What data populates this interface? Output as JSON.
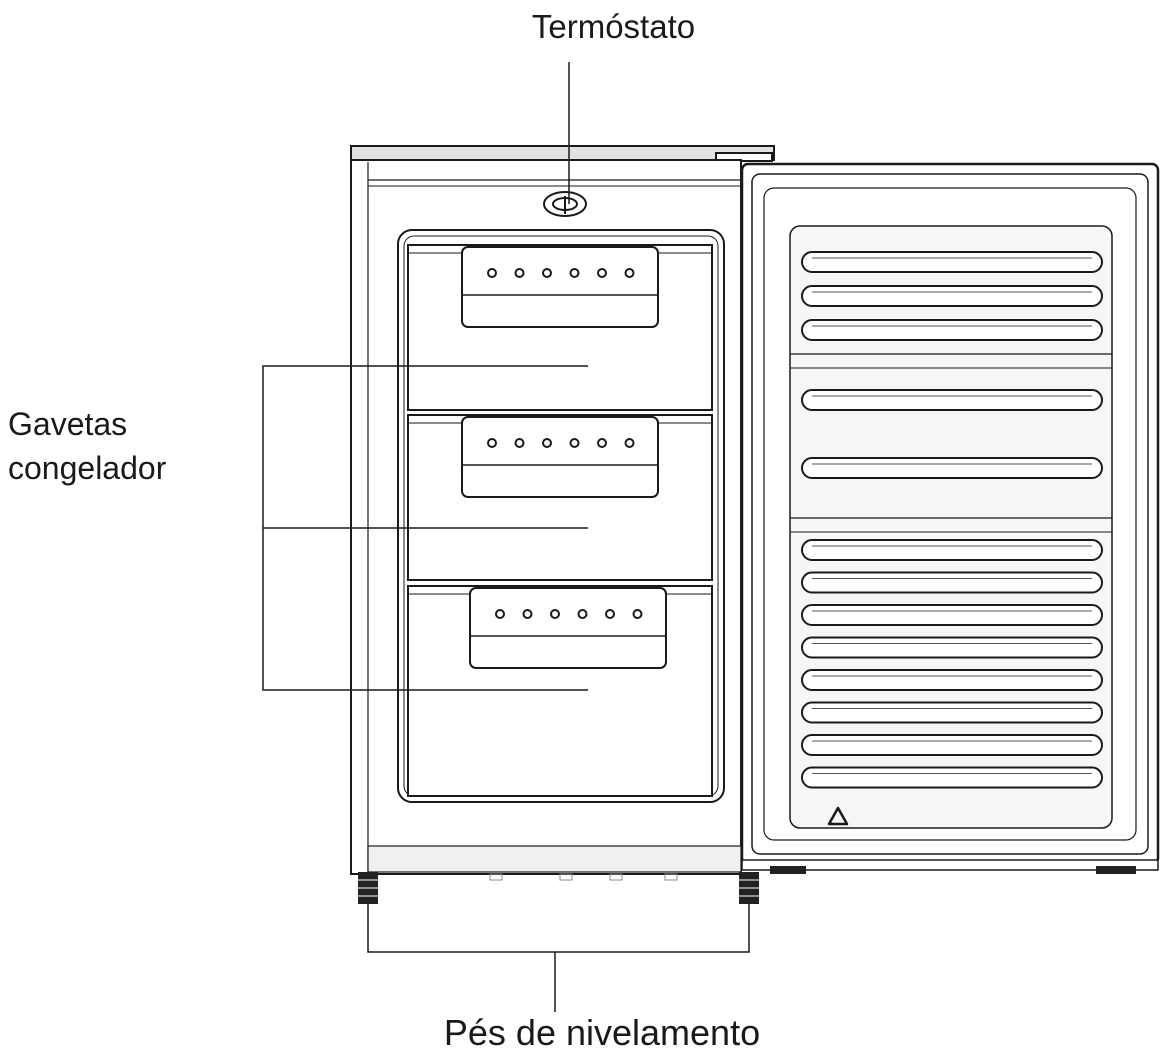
{
  "labels": {
    "thermostat": "Termóstato",
    "drawers_line1": "Gavetas",
    "drawers_line2": "congelador",
    "leveling_feet": "Pés de nivelamento"
  },
  "drawers": [
    {
      "handle_holes": 6
    },
    {
      "handle_holes": 6
    },
    {
      "handle_holes": 6
    }
  ],
  "door_shelf_groups": [
    3,
    2,
    8
  ],
  "colors": {
    "stroke": "#1a1a1a",
    "background": "#ffffff",
    "panel_fill": "#f6f6f6",
    "top_fill": "#e2e2e2",
    "foot_fill": "#222222"
  }
}
